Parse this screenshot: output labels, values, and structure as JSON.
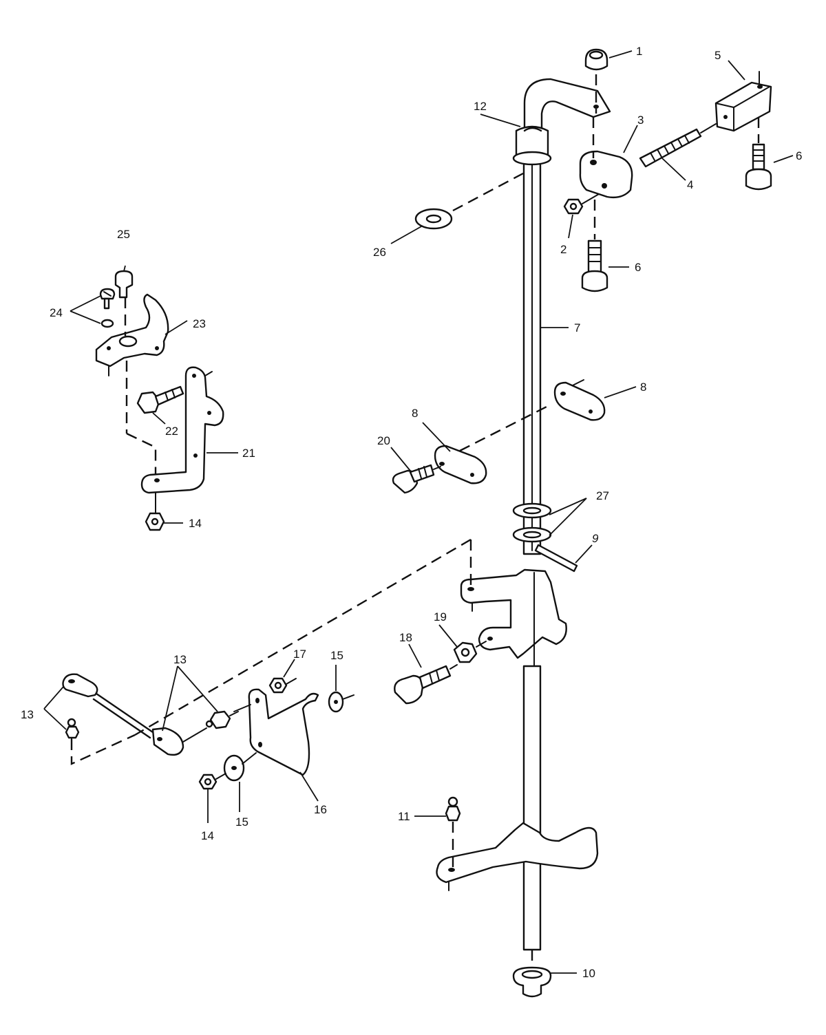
{
  "diagram": {
    "callouts": {
      "c1": "1",
      "c2": "2",
      "c3": "3",
      "c4": "4",
      "c5": "5",
      "c6a": "6",
      "c6b": "6",
      "c7": "7",
      "c8a": "8",
      "c8b": "8",
      "c9": "9",
      "c10": "10",
      "c11": "11",
      "c12": "12",
      "c13a": "13",
      "c13b": "13",
      "c14a": "14",
      "c14b": "14",
      "c15a": "15",
      "c15b": "15",
      "c16": "16",
      "c17": "17",
      "c18": "18",
      "c19": "19",
      "c20": "20",
      "c21": "21",
      "c22": "22",
      "c23": "23",
      "c24": "24",
      "c25": "25",
      "c26": "26",
      "c27": "27"
    }
  }
}
